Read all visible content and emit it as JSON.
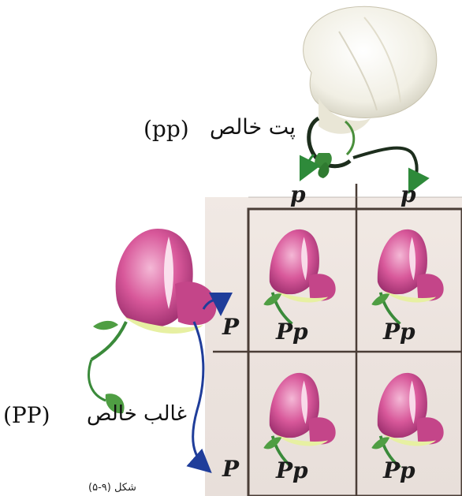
{
  "figure": {
    "top_parent": {
      "label_urdu": "پت خالص",
      "genotype": "(pp)",
      "alleles": [
        "p",
        "p"
      ]
    },
    "left_parent": {
      "label_urdu": "غالب خالص",
      "genotype": "(PP)",
      "alleles": [
        "P",
        "P"
      ]
    },
    "offspring": [
      "Pp",
      "Pp",
      "Pp",
      "Pp"
    ],
    "caption": "شکل (۹-۵)",
    "colors": {
      "pink_petal": "#d8589a",
      "dark_pink": "#a63376",
      "green": "#3a8a3a",
      "blue_arrow": "#1f3d9a",
      "white_petal": "#f3f1e8"
    }
  }
}
